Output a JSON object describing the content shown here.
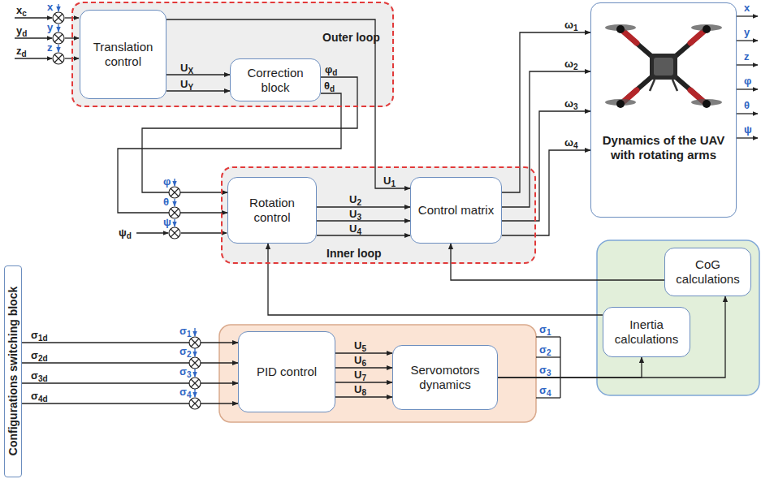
{
  "diagram": {
    "nodes": [
      {
        "text": [
          "Outer loop"
        ]
      },
      {
        "text": [
          "Translation control"
        ],
        "in": 0
      },
      {
        "text": [
          "Correction block"
        ],
        "in": 0
      },
      {
        "text": [
          "Inner loop"
        ]
      },
      {
        "text": [
          "Rotation control"
        ],
        "in": 3
      },
      {
        "text": [
          "Control matrix"
        ],
        "in": 3
      },
      {
        "text": [
          "Dynamics of the UAV with rotating arms"
        ]
      },
      {
        "text": [
          "Configurations switching block"
        ]
      },
      {
        "text": [
          "PID control"
        ]
      },
      {
        "text": [
          "Servomotors dynamics"
        ]
      },
      {
        "text": [
          "CoG calculations"
        ]
      },
      {
        "text": [
          "Inertia calculations"
        ]
      }
    ],
    "edges": [
      {
        "from": 1,
        "to": 2,
        "label": "UX",
        "arrow": "to"
      },
      {
        "from": 1,
        "to": 2,
        "label": "UY",
        "arrow": "to"
      },
      {
        "from": 1,
        "to": 5,
        "label": "U1",
        "arrow": "to"
      },
      {
        "from": 2,
        "to": 4,
        "label": "φd",
        "arrow": "to"
      },
      {
        "from": 2,
        "to": 4,
        "label": "θd",
        "arrow": "to"
      },
      {
        "from": 4,
        "to": 5,
        "label": "U2",
        "arrow": "to"
      },
      {
        "from": 4,
        "to": 5,
        "label": "U3",
        "arrow": "to"
      },
      {
        "from": 4,
        "to": 5,
        "label": "U4",
        "arrow": "to"
      },
      {
        "from": 5,
        "to": 6,
        "label": "ω1",
        "arrow": "to"
      },
      {
        "from": 5,
        "to": 6,
        "label": "ω2",
        "arrow": "to"
      },
      {
        "from": 5,
        "to": 6,
        "label": "ω3",
        "arrow": "to"
      },
      {
        "from": 5,
        "to": 6,
        "label": "ω4",
        "arrow": "to"
      },
      {
        "from": 8,
        "to": 9,
        "label": "U5",
        "arrow": "to"
      },
      {
        "from": 8,
        "to": 9,
        "label": "U6",
        "arrow": "to"
      },
      {
        "from": 8,
        "to": 9,
        "label": "U7",
        "arrow": "to"
      },
      {
        "from": 8,
        "to": 9,
        "label": "U8",
        "arrow": "to"
      },
      {
        "from": 11,
        "to": 4,
        "arrow": "to"
      },
      {
        "from": 10,
        "to": 5,
        "arrow": "to"
      },
      {
        "from": 9,
        "to": 10,
        "arrow": "to"
      },
      {
        "from": 9,
        "to": 11,
        "arrow": "to"
      },
      {
        "from": 7,
        "to": 8,
        "label": "σ1d",
        "arrow": "to"
      },
      {
        "from": 7,
        "to": 8,
        "label": "σ2d",
        "arrow": "to"
      },
      {
        "from": 7,
        "to": 8,
        "label": "σ3d",
        "arrow": "to"
      },
      {
        "from": 7,
        "to": 8,
        "label": "σ4d",
        "arrow": "to"
      }
    ],
    "labels": [
      "x",
      "y",
      "z",
      "xc",
      "yd",
      "zd",
      "φ",
      "θ",
      "ψ",
      "ψd",
      "σ1",
      "σ2",
      "σ3",
      "σ4",
      "σ1",
      "σ2",
      "σ3",
      "σ4",
      "x",
      "y",
      "z",
      "φ",
      "θ",
      "ψ"
    ]
  }
}
